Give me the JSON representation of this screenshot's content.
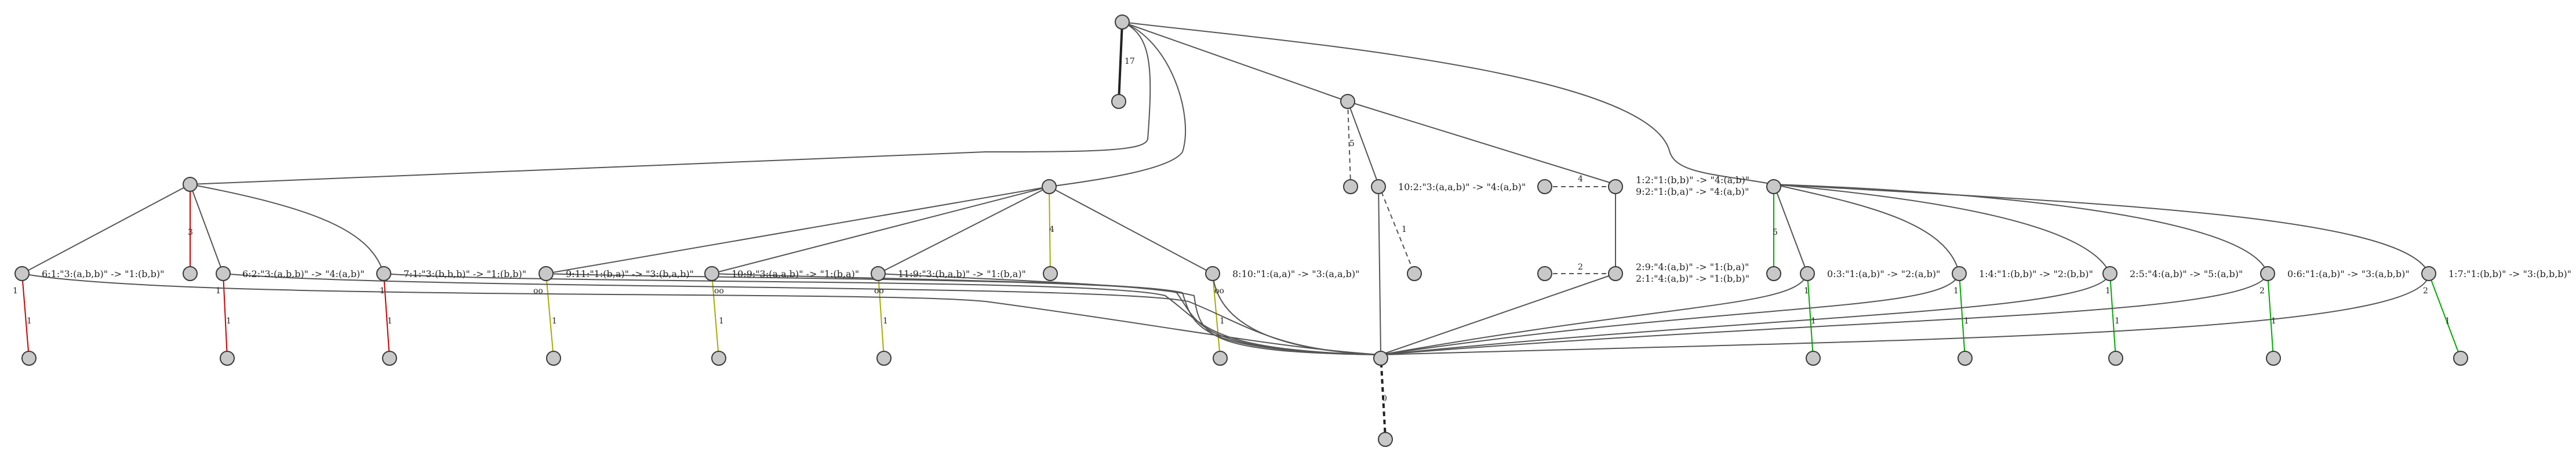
{
  "colors": {
    "black": "#222222",
    "gray": "#555555",
    "red": "#cc0000",
    "olive": "#aaaa00",
    "green": "#00aa00"
  },
  "node_labels": {
    "n6": "6:1:\"3:(a,b,b)\" -> \"1:(b,b)\"",
    "n6b": "6:2:\"3:(a,b,b)\" -> \"4:(a,b)\"",
    "n7": "7:1:\"3:(b,b,b)\" -> \"1:(b,b)\"",
    "n9": "9:11:\"1:(b,a)\" -> \"3:(b,a,b)\"",
    "n10": "10:9:\"3:(a,a,b)\" -> \"1:(b,a)\"",
    "n11": "11:9:\"3:(b,a,b)\" -> \"1:(b,a)\"",
    "n8": "8:10:\"1:(a,a)\" -> \"3:(a,a,b)\"",
    "nT10": "10:2:\"3:(a,a,b)\" -> \"4:(a,b)\"",
    "nR1a": "1:2:\"1:(b,b)\" -> \"4:(a,b)\"",
    "nR1b": "9:2:\"1:(b,a)\" -> \"4:(a,b)\"",
    "nR2a": "2:9:\"4:(a,b)\" -> \"1:(b,a)\"",
    "nR2b": "2:1:\"4:(a,b)\" -> \"1:(b,b)\"",
    "n0": "0:3:\"1:(a,b)\" -> \"2:(a,b)\"",
    "n1": "1:4:\"1:(b,b)\" -> \"2:(b,b)\"",
    "n2": "2:5:\"4:(a,b)\" -> \"5:(a,b)\"",
    "n06": "0:6:\"1:(a,b)\" -> \"3:(a,b,b)\"",
    "n17": "1:7:\"1:(b,b)\" -> \"3:(b,b,b)\""
  },
  "edge_labels": {
    "e_top_17": "17",
    "e_mid_5": "5",
    "e_mid_1": "1",
    "e_left_3": "3",
    "e_olive_4": "4",
    "e_dash_4": "4",
    "e_dash_2": "2",
    "e_green_5": "5",
    "e_red1_a": "1",
    "e_red1_b": "1",
    "e_red2_a": "1",
    "e_red2_b": "1",
    "e_red3_a": "1",
    "e_red3_b": "1",
    "e_ol1_a": "oo",
    "e_ol1_b": "1",
    "e_ol2_a": "oo",
    "e_ol2_b": "1",
    "e_ol3_a": "oo",
    "e_ol3_b": "1",
    "e_ol4_a": "oo",
    "e_ol4_b": "1",
    "e_gr1_a": "1",
    "e_gr1_b": "1",
    "e_gr2_a": "1",
    "e_gr2_b": "1",
    "e_gr3_a": "1",
    "e_gr3_b": "1",
    "e_gr4_a": "2",
    "e_gr4_b": "1",
    "e_gr5_a": "2",
    "e_gr5_b": "1",
    "e_hub_0": "0"
  }
}
